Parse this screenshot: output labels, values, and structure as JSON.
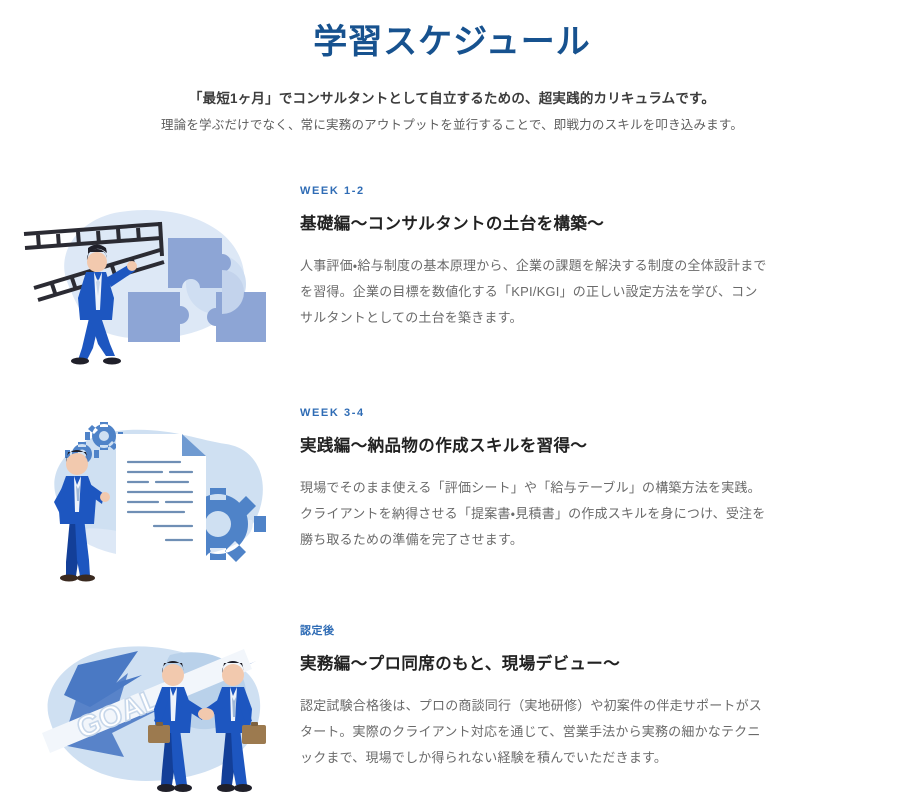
{
  "header": {
    "title": "学習スケジュール",
    "lead_strong": "「最短1ヶ月」でコンサルタントとして自立するための、超実践的カリキュラムです。",
    "lead_sub": "理論を学ぶだけでなく、常に実務のアウトプットを並行することで、即戦力のスキルを叩き込みます。"
  },
  "colors": {
    "title_blue": "#17528f",
    "eyebrow_blue": "#2f6cb5",
    "heading_dark": "#222222",
    "body_gray": "#6a6a6a",
    "blob_light_blue": "#dde8f6",
    "blob_mid_blue": "#b9d1ea",
    "puzzle_periwinkle": "#8da5d5",
    "puzzle_light": "#c3d3ec",
    "gear_blue": "#4f83c8",
    "gear_light": "#b9d2ea",
    "suit_blue": "#1d56c0",
    "suit_dark_blue": "#133f98",
    "ladder_dark": "#2b2b33",
    "skin": "#f2c9ae",
    "hair_dark": "#20202a",
    "briefcase_brown": "#9c7a4f",
    "arrow_blue": "#4a79c4",
    "banner_white": "#f2f6fb",
    "paper_white": "#ffffff",
    "paper_line": "#6f8fb5"
  },
  "steps": [
    {
      "eyebrow": "WEEK 1-2",
      "eyebrow_is_japanese": false,
      "heading": "基礎編〜コンサルタントの土台を構築〜",
      "text": "人事評価・給与制度の基本原理から、企業の課題を解決する制度の全体設計までを習得。企業の目標を数値化する「KPI/KGI」の正しい設定方法を学び、コンサルタントとしての土台を築きます。",
      "illustration": "ladder-puzzle-illustration"
    },
    {
      "eyebrow": "WEEK 3-4",
      "eyebrow_is_japanese": false,
      "heading": "実践編〜納品物の作成スキルを習得〜",
      "text": "現場でそのまま使える「評価シート」や「給与テーブル」の構築方法を実践。クライアントを納得させる「提案書・見積書」の作成スキルを身につけ、受注を勝ち取るための準備を完了させます。",
      "illustration": "document-gears-illustration"
    },
    {
      "eyebrow": "認定後",
      "eyebrow_is_japanese": true,
      "heading": "実務編〜プロ同席のもと、現場デビュー〜",
      "text": "認定試験合格後は、プロの商談同行（実地研修）や初案件の伴走サポートがスタート。実際のクライアント対応を通じて、営業手法から実務の細かなテクニックまで、現場でしか得られない経験を積んでいただきます。",
      "illustration": "goal-handshake-illustration",
      "banner_label": "GOAL"
    }
  ]
}
